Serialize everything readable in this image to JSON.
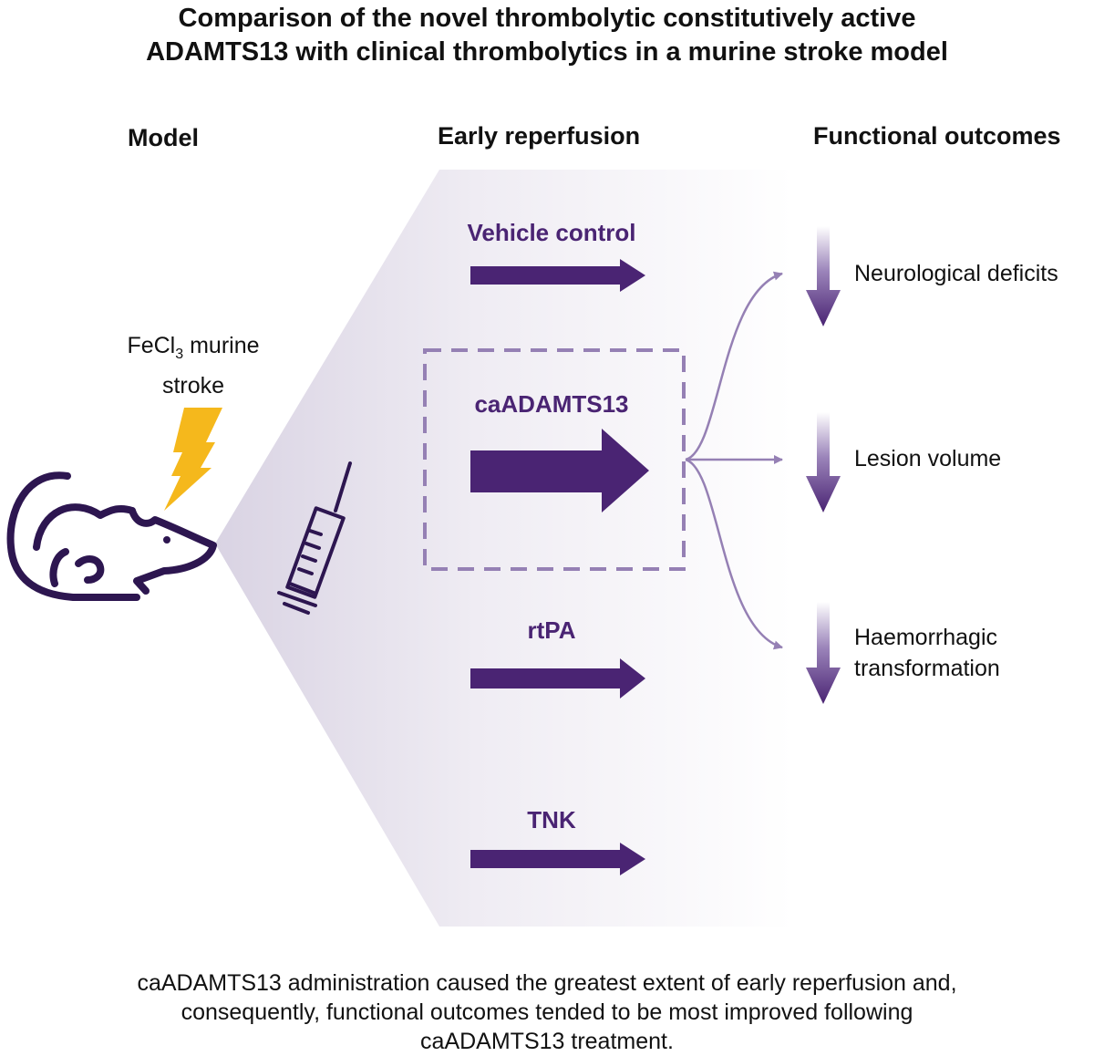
{
  "title": {
    "line1": "Comparison of the novel thrombolytic constitutively active",
    "line2": "ADAMTS13 with clinical thrombolytics in a murine stroke model"
  },
  "columns": {
    "model": "Model",
    "early_reperfusion": "Early reperfusion",
    "functional_outcomes": "Functional outcomes"
  },
  "model": {
    "label_prefix": "FeCl",
    "label_subscript": "3",
    "label_suffix": " murine",
    "label_line2": "stroke",
    "icons": [
      "mouse-icon",
      "lightning-icon",
      "syringe-icon"
    ]
  },
  "treatments": [
    {
      "label": "Vehicle control",
      "reperfusion": "small"
    },
    {
      "label": "caADAMTS13",
      "reperfusion": "large",
      "highlighted": true
    },
    {
      "label": "rtPA",
      "reperfusion": "small"
    },
    {
      "label": "TNK",
      "reperfusion": "small"
    }
  ],
  "outcomes": [
    {
      "label": "Neurological deficits"
    },
    {
      "label": "Lesion volume"
    },
    {
      "label_line1": "Haemorrhagic",
      "label_line2": "transformation"
    }
  ],
  "caption": {
    "line1": "caADAMTS13 administration caused the greatest extent of early reperfusion and,",
    "line2": "consequently, functional outcomes tended to be most improved following",
    "line3": "caADAMTS13 treatment."
  },
  "colors": {
    "primary": "#4a2473",
    "light_purple": "#9580b4",
    "accent_yellow": "#f5b81c"
  }
}
